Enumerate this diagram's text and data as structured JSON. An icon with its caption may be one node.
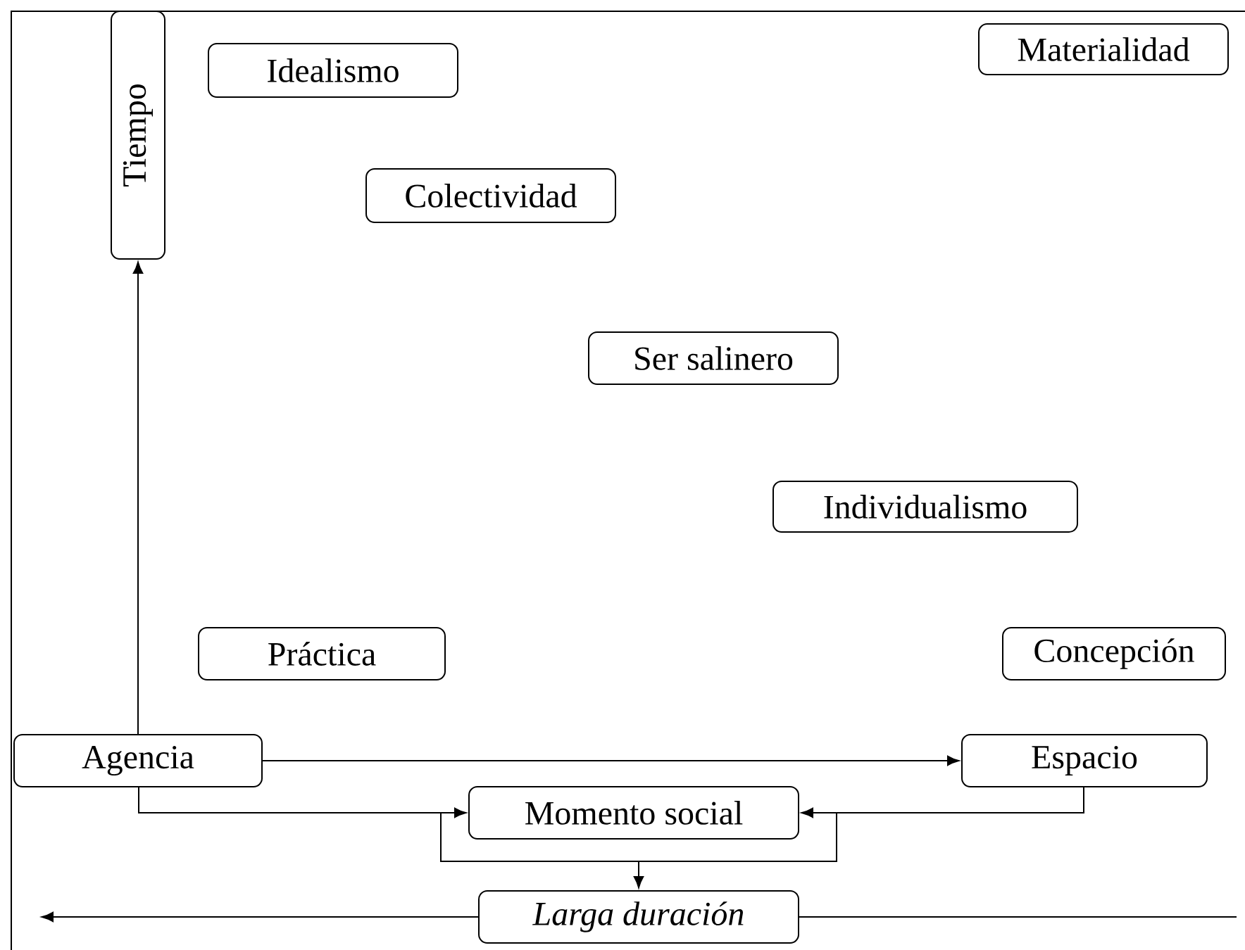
{
  "diagram": {
    "nodes": [
      {
        "text": [
          "Tiempo"
        ]
      },
      {
        "text": [
          "Idealismo"
        ]
      },
      {
        "text": [
          "Materialidad"
        ]
      },
      {
        "text": [
          "Colectividad"
        ]
      },
      {
        "text": [
          "Ser salinero"
        ]
      },
      {
        "text": [
          "Individualismo"
        ]
      },
      {
        "text": [
          "Práctica"
        ]
      },
      {
        "text": [
          "Concepción"
        ]
      },
      {
        "text": [
          "Agencia"
        ]
      },
      {
        "text": [
          "Espacio"
        ]
      },
      {
        "text": [
          "Momento social"
        ]
      },
      {
        "text": [
          "Larga duración"
        ]
      }
    ],
    "edges": [
      {
        "from": 8,
        "to": 0,
        "arrow": "to"
      },
      {
        "from": 8,
        "to": 9,
        "arrow": "to"
      },
      {
        "from": 8,
        "to": 10,
        "arrow": "to"
      },
      {
        "from": 9,
        "to": 10,
        "arrow": "to"
      },
      {
        "from": 10,
        "to": 11,
        "arrow": "to"
      },
      {
        "from": 11,
        "to": null,
        "arrow": "to"
      },
      {
        "from": null,
        "to": 11,
        "arrow": "none"
      }
    ]
  }
}
